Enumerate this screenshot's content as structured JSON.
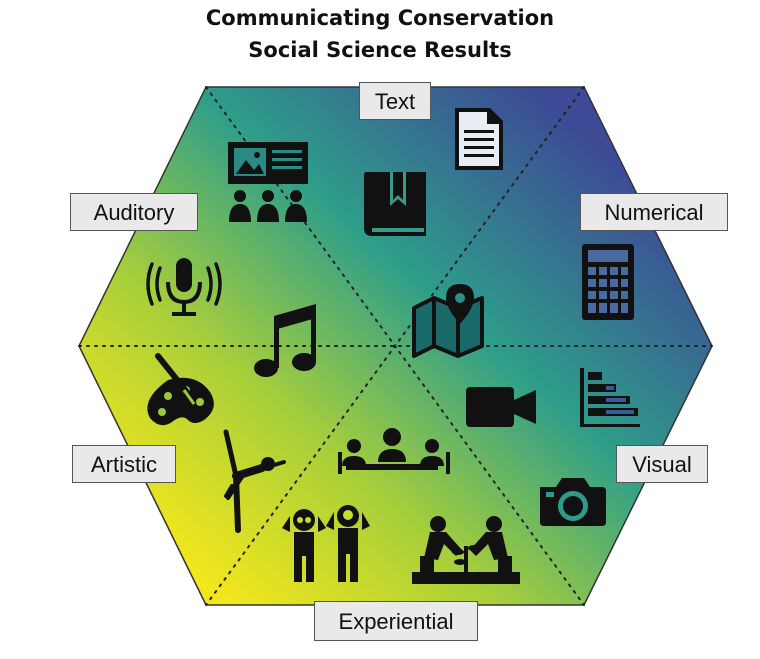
{
  "title": {
    "line1": "Communicating Conservation",
    "line2": "Social Science Results"
  },
  "categories": {
    "text": "Text",
    "numerical": "Numerical",
    "visual": "Visual",
    "experiential": "Experiential",
    "artistic": "Artistic",
    "auditory": "Auditory"
  },
  "colors": {
    "gradient_yellow": "#f2e61c",
    "gradient_green": "#a8cf3a",
    "gradient_teal": "#2e9e8a",
    "gradient_blue": "#3d4a96",
    "icon": "#111111",
    "label_bg": "#e9e9e9"
  },
  "icons": [
    "document-icon",
    "presentation-icon",
    "book-icon",
    "calculator-icon",
    "bar-chart-icon",
    "map-pin-icon",
    "video-camera-icon",
    "camera-icon",
    "gardening-icon",
    "meeting-icon",
    "binoculars-people-icon",
    "dancer-icon",
    "paint-palette-icon",
    "music-note-icon",
    "podcast-microphone-icon"
  ]
}
